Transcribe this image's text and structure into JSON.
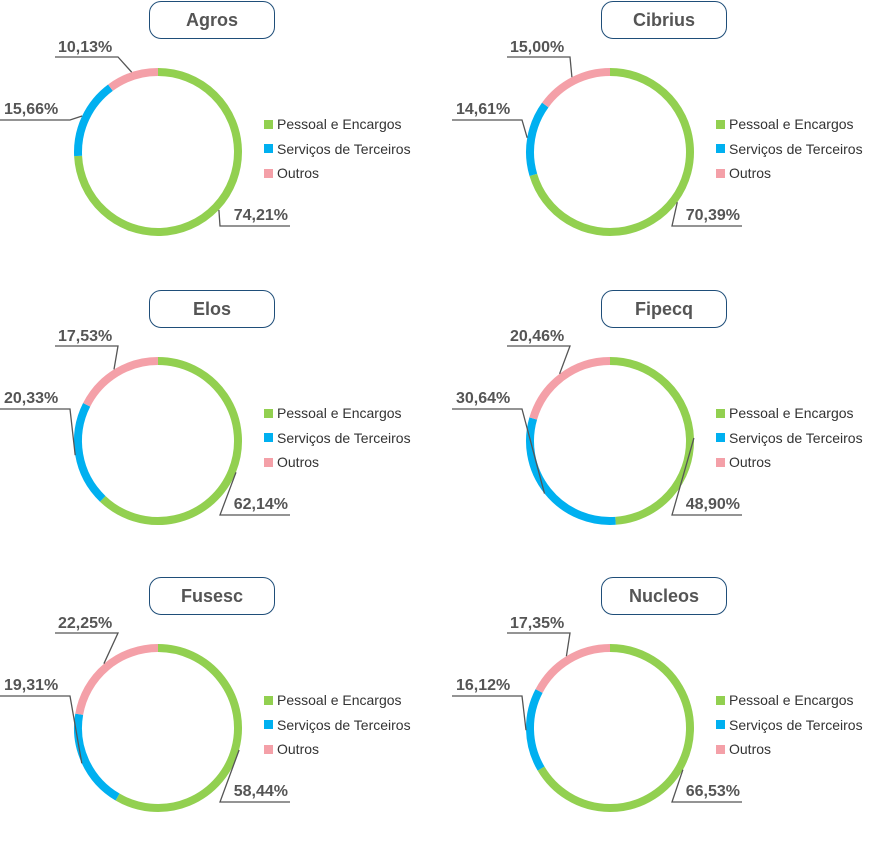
{
  "chart_data": [
    {
      "type": "pie",
      "title": "Agros",
      "categories": [
        "Pessoal e Encargos",
        "Serviços de Terceiros",
        "Outros"
      ],
      "values": [
        74.21,
        15.66,
        10.13
      ],
      "value_labels": [
        "74,21%",
        "15,66%",
        "10,13%"
      ]
    },
    {
      "type": "pie",
      "title": "Cibrius",
      "categories": [
        "Pessoal e Encargos",
        "Serviços de Terceiros",
        "Outros"
      ],
      "values": [
        70.39,
        14.61,
        15.0
      ],
      "value_labels": [
        "70,39%",
        "14,61%",
        "15,00%"
      ]
    },
    {
      "type": "pie",
      "title": "Elos",
      "categories": [
        "Pessoal e Encargos",
        "Serviços de Terceiros",
        "Outros"
      ],
      "values": [
        62.14,
        20.33,
        17.53
      ],
      "value_labels": [
        "62,14%",
        "20,33%",
        "17,53%"
      ]
    },
    {
      "type": "pie",
      "title": "Fipecq",
      "categories": [
        "Pessoal e Encargos",
        "Serviços de Terceiros",
        "Outros"
      ],
      "values": [
        48.9,
        30.64,
        20.46
      ],
      "value_labels": [
        "48,90%",
        "30,64%",
        "20,46%"
      ]
    },
    {
      "type": "pie",
      "title": "Fusesc",
      "categories": [
        "Pessoal e Encargos",
        "Serviços de Terceiros",
        "Outros"
      ],
      "values": [
        58.44,
        19.31,
        22.25
      ],
      "value_labels": [
        "58,44%",
        "19,31%",
        "22,25%"
      ]
    },
    {
      "type": "pie",
      "title": "Nucleos",
      "categories": [
        "Pessoal e Encargos",
        "Serviços de Terceiros",
        "Outros"
      ],
      "values": [
        66.53,
        16.12,
        17.35
      ],
      "value_labels": [
        "66,53%",
        "16,12%",
        "17,35%"
      ]
    }
  ],
  "colors": {
    "pessoal": "#92d050",
    "servicos": "#00b0f0",
    "outros": "#f4a0a8",
    "title_border": "#1f4e79",
    "leader": "#555555"
  }
}
